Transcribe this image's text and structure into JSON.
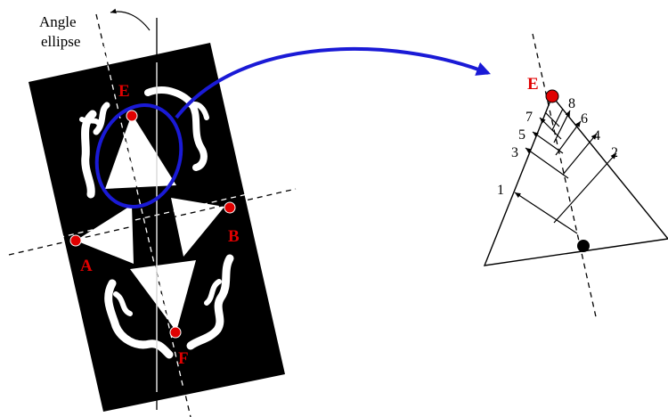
{
  "angle_caption_line1": "Angle",
  "angle_caption_line2": "ellipse",
  "points": {
    "E": "E",
    "A": "A",
    "B": "B",
    "F": "F",
    "E_zoom": "E"
  },
  "numbers": [
    "1",
    "2",
    "3",
    "4",
    "5",
    "6",
    "7",
    "8"
  ],
  "colors": {
    "marker": "#e00000",
    "ellipse": "#1a1ad6",
    "board": "#000000",
    "shape": "#ffffff"
  }
}
